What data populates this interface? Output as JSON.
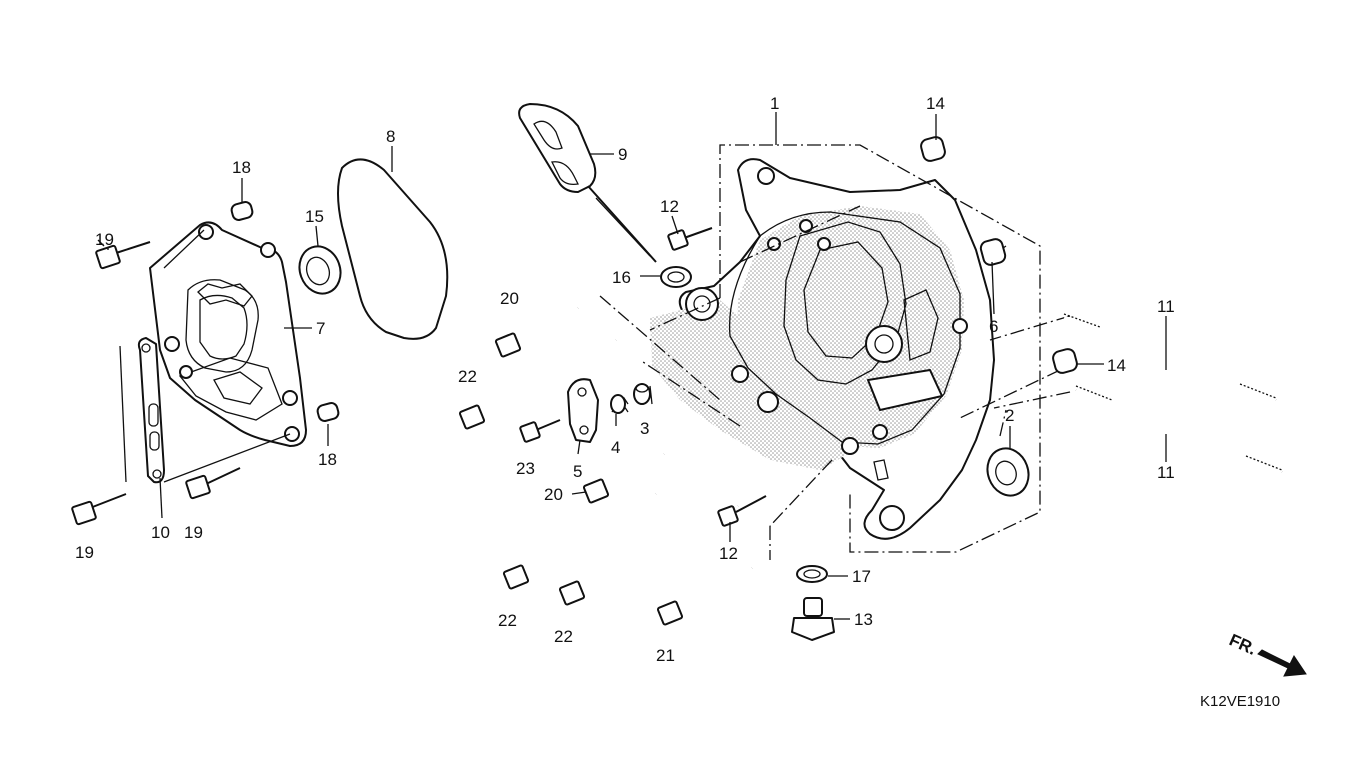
{
  "diagram": {
    "code": "K12VE1910",
    "direction": "FR.",
    "colors": {
      "ink": "#111111",
      "paper": "#ffffff",
      "shade": "#9a9a9a"
    },
    "callouts": [
      {
        "id": "c1",
        "label": "1"
      },
      {
        "id": "c2",
        "label": "2"
      },
      {
        "id": "c3",
        "label": "3"
      },
      {
        "id": "c4",
        "label": "4"
      },
      {
        "id": "c5",
        "label": "5"
      },
      {
        "id": "c6",
        "label": "6"
      },
      {
        "id": "c7",
        "label": "7"
      },
      {
        "id": "c8",
        "label": "8"
      },
      {
        "id": "c9",
        "label": "9"
      },
      {
        "id": "c10",
        "label": "10"
      },
      {
        "id": "c11a",
        "label": "11"
      },
      {
        "id": "c11b",
        "label": "11"
      },
      {
        "id": "c12a",
        "label": "12"
      },
      {
        "id": "c12b",
        "label": "12"
      },
      {
        "id": "c13",
        "label": "13"
      },
      {
        "id": "c14a",
        "label": "14"
      },
      {
        "id": "c14b",
        "label": "14"
      },
      {
        "id": "c15",
        "label": "15"
      },
      {
        "id": "c16",
        "label": "16"
      },
      {
        "id": "c17",
        "label": "17"
      },
      {
        "id": "c18a",
        "label": "18"
      },
      {
        "id": "c18b",
        "label": "18"
      },
      {
        "id": "c19a",
        "label": "19"
      },
      {
        "id": "c19b",
        "label": "19"
      },
      {
        "id": "c19c",
        "label": "19"
      },
      {
        "id": "c20a",
        "label": "20"
      },
      {
        "id": "c20b",
        "label": "20"
      },
      {
        "id": "c21",
        "label": "21"
      },
      {
        "id": "c22a",
        "label": "22"
      },
      {
        "id": "c22b",
        "label": "22"
      },
      {
        "id": "c22c",
        "label": "22"
      },
      {
        "id": "c23",
        "label": "23"
      }
    ]
  }
}
